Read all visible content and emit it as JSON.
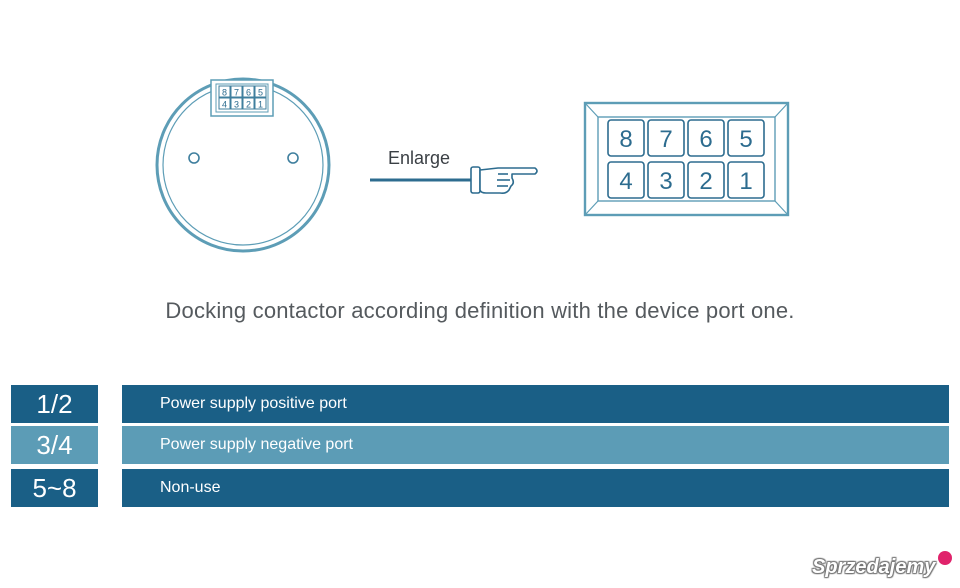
{
  "diagram": {
    "small_pins_top": [
      "8",
      "7",
      "6",
      "5"
    ],
    "small_pins_bottom": [
      "4",
      "3",
      "2",
      "1"
    ],
    "arrow_label": "Enlarge",
    "pins_top": [
      "8",
      "7",
      "6",
      "5"
    ],
    "pins_bottom": [
      "4",
      "3",
      "2",
      "1"
    ]
  },
  "caption": "Docking contactor according definition with the device port one.",
  "table": {
    "rows": [
      {
        "pins": "1/2",
        "description": "Power supply positive port"
      },
      {
        "pins": "3/4",
        "description": "Power supply negative port"
      },
      {
        "pins": "5~8",
        "description": "Non-use"
      }
    ]
  },
  "watermark": "Sprzedajemy",
  "colors": {
    "line": "#5d9db6",
    "dark_row": "#1a5f86",
    "light_row": "#5c9cb6",
    "arrow_line": "#2d6c8f"
  }
}
